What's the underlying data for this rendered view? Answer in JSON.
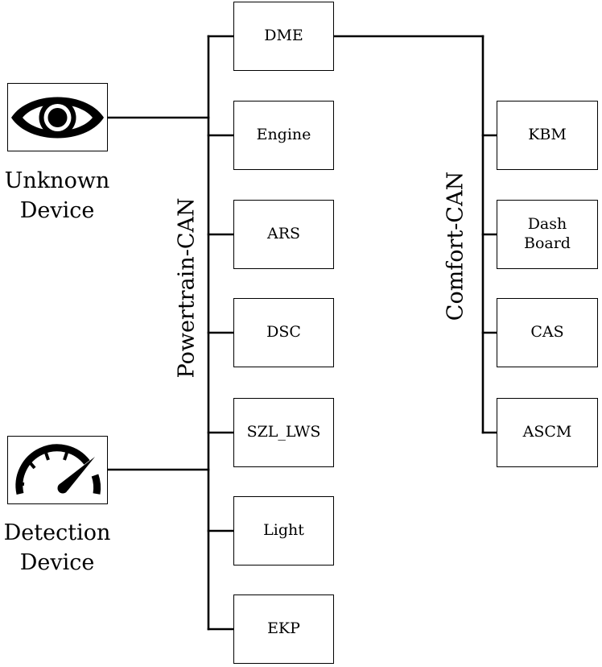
{
  "devices": {
    "unknown": {
      "label": "Unknown\nDevice",
      "icon": "eye-icon"
    },
    "detection": {
      "label": "Detection\nDevice",
      "icon": "speedometer-icon"
    }
  },
  "buses": {
    "powertrain": {
      "label": "Powertrain-CAN",
      "ecus": [
        "DME",
        "Engine",
        "ARS",
        "DSC",
        "SZL_LWS",
        "Light",
        "EKP"
      ]
    },
    "comfort": {
      "label": "Comfort-CAN",
      "ecus": [
        "KBM",
        "Dash\nBoard",
        "CAS",
        "ASCM"
      ]
    }
  }
}
